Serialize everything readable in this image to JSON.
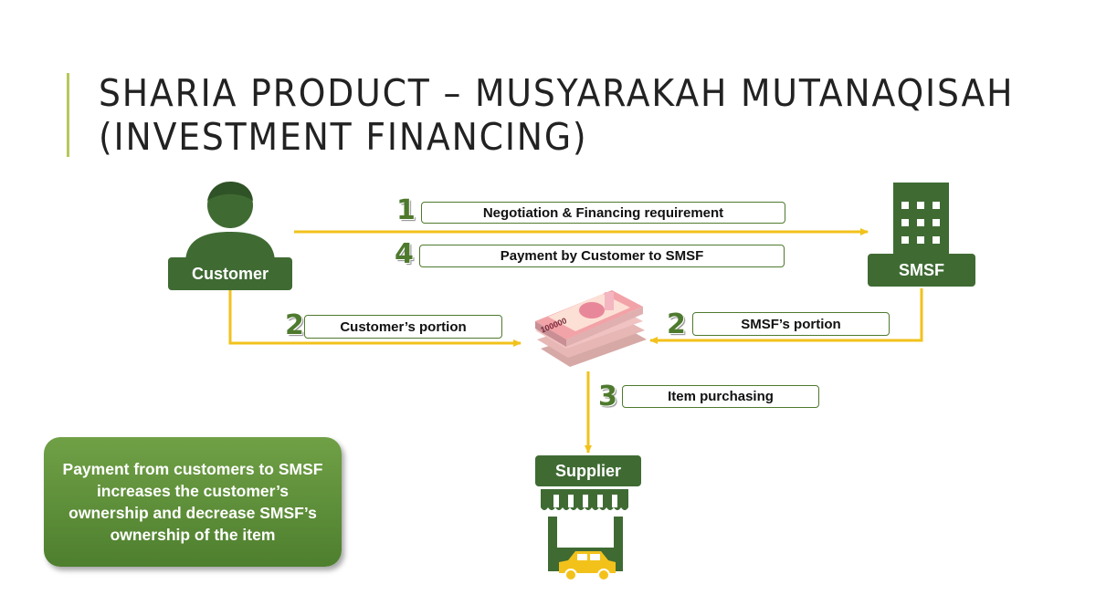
{
  "title": {
    "line1": "SHARIA PRODUCT – MUSYARAKAH MUTANAQISAH",
    "line2": "(INVESTMENT FINANCING)"
  },
  "actors": {
    "customer": "Customer",
    "smsf": "SMSF",
    "supplier": "Supplier"
  },
  "steps": [
    {
      "number": "1",
      "label": "Negotiation & Financing requirement"
    },
    {
      "number": "4",
      "label": "Payment by Customer to SMSF"
    },
    {
      "number": "2",
      "label": "Customer’s portion"
    },
    {
      "number": "2",
      "label": "SMSF’s portion"
    },
    {
      "number": "3",
      "label": "Item purchasing"
    }
  ],
  "money_note": "100000",
  "note": "Payment from customers to SMSF increases the customer’s ownership and decrease SMSF’s ownership of the item",
  "colors": {
    "arrow": "#f2c21b",
    "dark_green": "#3f6b33",
    "step_number": "#4e7a2e",
    "note_green": "#5f8f3a",
    "car": "#f2c21b"
  }
}
